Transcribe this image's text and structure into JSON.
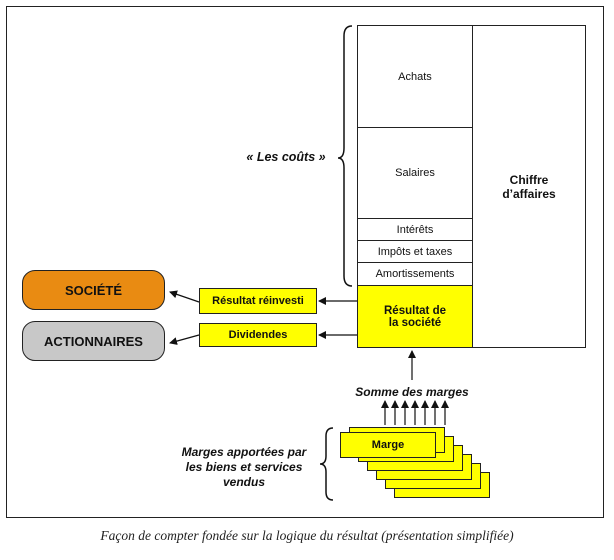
{
  "colors": {
    "yellow": "#ffff00",
    "orange": "#e98b12",
    "grey": "#c8c8c8",
    "border": "#222222"
  },
  "diagram": {
    "costs_label": "« Les coûts »",
    "costs": [
      "Achats",
      "Salaires",
      "Intérêts",
      "Impôts et taxes",
      "Amortissements"
    ],
    "result": "Résultat de la société",
    "revenue": "Chiffre d’affaires",
    "reinvested": "Résultat réinvesti",
    "dividends": "Dividendes",
    "societe": "SOCIÉTÉ",
    "actionnaires": "ACTIONNAIRES",
    "sum_margins": "Somme des marges",
    "margin": "Marge",
    "margins_label": "Marges apportées par les biens et services vendus"
  },
  "caption": "Façon de compter fondée sur la logique du résultat (présentation simplifiée)"
}
